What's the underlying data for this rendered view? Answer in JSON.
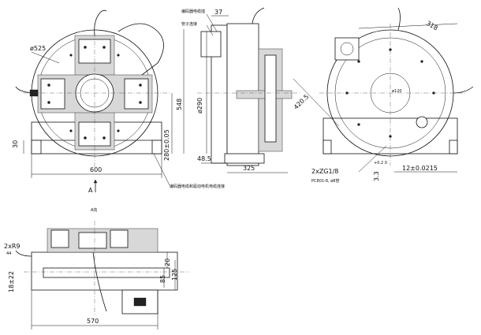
{
  "front_view": {
    "dia_table": "ø525",
    "width": "600",
    "height_right": "548",
    "center_height": "280±0.05",
    "base_height": "30",
    "view_arrow": "A"
  },
  "side_view": {
    "top_dim": "37",
    "dia_motor": "ø290",
    "note1": "编码器电缆插",
    "note2": "管子连接",
    "base_offset": "48.5",
    "depth": "325",
    "bottom_note": "编码器电缆和驱动电机电缆连接"
  },
  "rear_view": {
    "top_dim": "318",
    "diag_dim": "420.5",
    "center_dia": "ø120",
    "port_label": "2xZG1/8",
    "port_note": "PC801-8, ø8管",
    "bottom_dim": "3.3",
    "bottom_tol": "+0.2\n0",
    "key_width": "12±0.0215"
  },
  "top_view": {
    "title": "A向",
    "slot": "2xR9",
    "slot_dim": "44",
    "left_dim": "18±22",
    "width": "570",
    "dim_20": "20",
    "dim_85": "85",
    "dim_125": "125"
  }
}
